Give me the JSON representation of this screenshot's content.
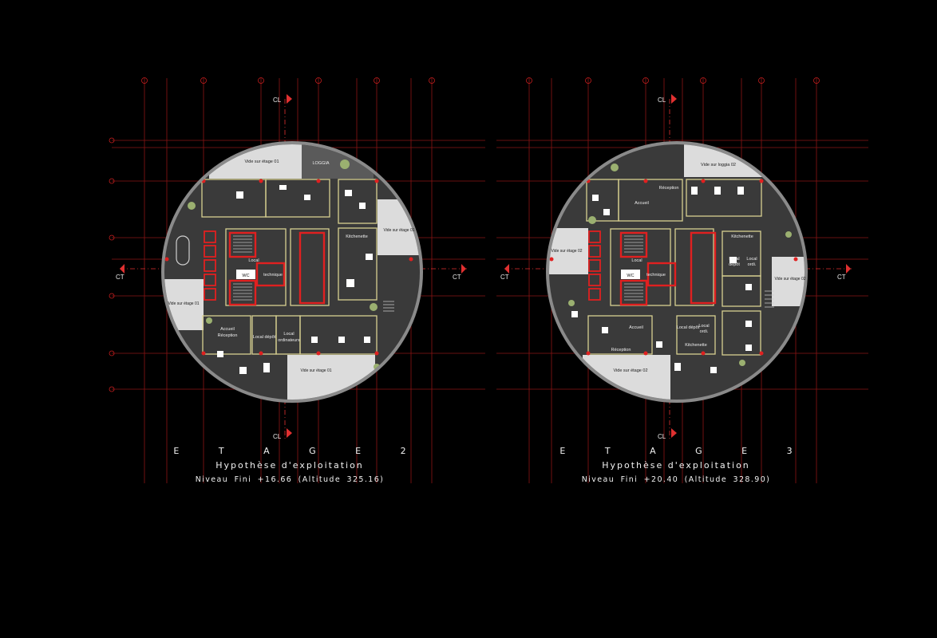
{
  "plans": [
    {
      "id": "etage-2",
      "title": "E T A G E   2",
      "subtitle": "Hypothèse d'exploitation",
      "level": "Niveau Fini +16.66  (Altitude  325.16)",
      "section_markers": [
        "CL",
        "CL",
        "CT",
        "CT"
      ],
      "room_labels": {
        "vide_top": "Vide sur étage 01",
        "loggia": "LOGGIA",
        "vide_right": "Vide sur étage 01",
        "kitchenette": "Kitchenette",
        "local": "Local",
        "technique": "technique",
        "wc": "WC",
        "vide_left": "Vide sur étage 01",
        "accueil": "Accueil",
        "reception": "Réception",
        "local_depot": "Local dépôt",
        "local_ordinateurs_1": "Local",
        "local_ordinateurs_2": "ordinateurs",
        "vide_bottom": "Vide sur étage 01"
      }
    },
    {
      "id": "etage-3",
      "title": "E T A G E   3",
      "subtitle": "Hypothèse d'exploitation",
      "level": "Niveau Fini +20.40  (Altitude  328.90)",
      "section_markers": [
        "CL",
        "CL",
        "CT",
        "CT"
      ],
      "room_labels": {
        "reception_top": "Réception",
        "vide_loggia": "Vide sur loggia 02",
        "accueil_top": "Accueil",
        "kitchenette_top": "Kitchenette",
        "vide_left": "Vide sur étage 02",
        "local": "Local",
        "technique": "technique",
        "wc": "WC",
        "local_depot_1": "Local",
        "local_depot_2": "dépôt",
        "local_ordi_1": "Local",
        "local_ordi_2": "ordi.",
        "vide_right": "Vide sur étage 02",
        "accueil_bottom": "Accueil",
        "reception_bottom": "Réception",
        "local_depot_b": "Local dépôt",
        "local_ordi_b1": "Local",
        "local_ordi_b2": "ordi.",
        "kitchenette_bottom": "Kitchenette",
        "vide_bottom": "Vide sur étage 02"
      }
    }
  ],
  "colors": {
    "background": "#000000",
    "gridline": "#c81e1e",
    "wall": "#e8e0a0",
    "core": "#e02020",
    "floor": "#3a3a3a",
    "ring": "#8a8a8a",
    "void": "#dcdcdc"
  }
}
